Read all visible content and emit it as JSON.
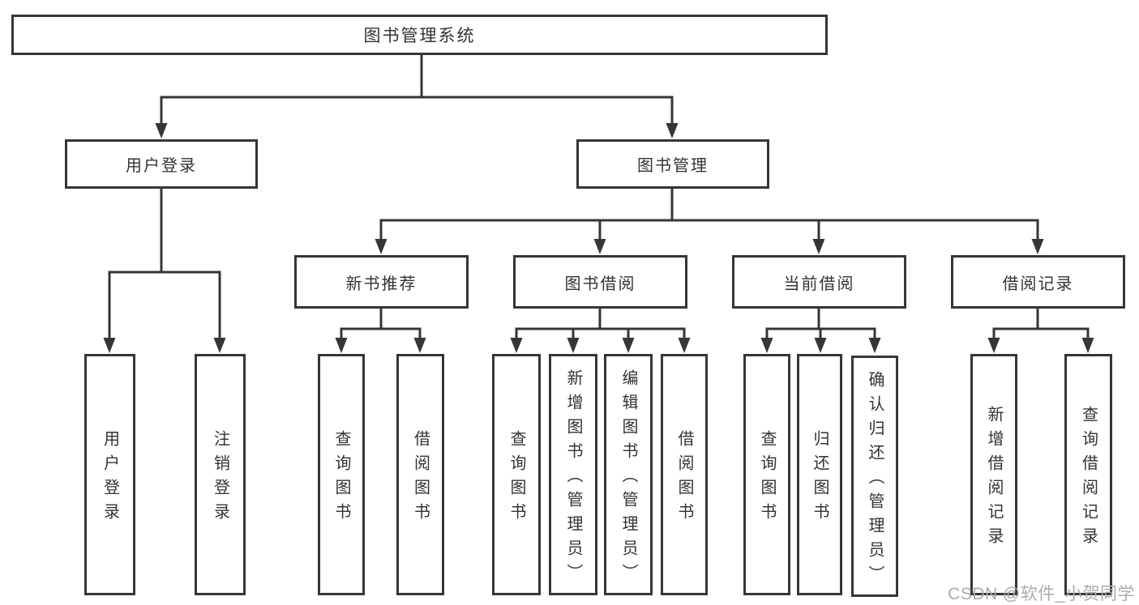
{
  "diagram": {
    "root": {
      "label": "图书管理系统"
    },
    "branches": [
      {
        "label": "用户登录",
        "children": [
          {
            "label": "用户登录"
          },
          {
            "label": "注销登录"
          }
        ]
      },
      {
        "label": "图书管理",
        "children": [
          {
            "label": "新书推荐",
            "children": [
              {
                "label": "查询图书"
              },
              {
                "label": "借阅图书"
              }
            ]
          },
          {
            "label": "图书借阅",
            "children": [
              {
                "label": "查询图书"
              },
              {
                "label": "新增图书（管理员）"
              },
              {
                "label": "编辑图书（管理员）"
              },
              {
                "label": "借阅图书"
              }
            ]
          },
          {
            "label": "当前借阅",
            "children": [
              {
                "label": "查询图书"
              },
              {
                "label": "归还图书"
              },
              {
                "label": "确认归还（管理员）"
              }
            ]
          },
          {
            "label": "借阅记录",
            "children": [
              {
                "label": "新增借阅记录"
              },
              {
                "label": "查询借阅记录"
              }
            ]
          }
        ]
      }
    ],
    "watermark": {
      "text": "CSDN @软件_小贺同学"
    },
    "colors": {
      "line": "#363636",
      "border": "#363636",
      "text": "#333333",
      "watermark": "#ababab",
      "bg": "#ffffff"
    }
  }
}
